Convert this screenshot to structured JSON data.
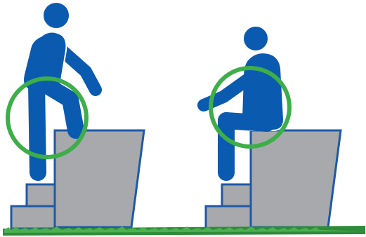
{
  "illustration": {
    "panels": [
      {
        "id": "standing",
        "pose": "standing-step-up"
      },
      {
        "id": "seated",
        "pose": "seated-on-platform"
      }
    ],
    "icons": [
      "person-standing-icon",
      "person-seated-icon"
    ]
  },
  "colors": {
    "figure": "#0a5ab0",
    "figure_outline": "#ffffff",
    "platform_fill": "#a7a9ac",
    "platform_border": "#1e59a8",
    "highlight_ring": "#3dae49",
    "grass": "#2e8b3a",
    "grass_light": "#4cb050",
    "background": "#ffffff"
  }
}
